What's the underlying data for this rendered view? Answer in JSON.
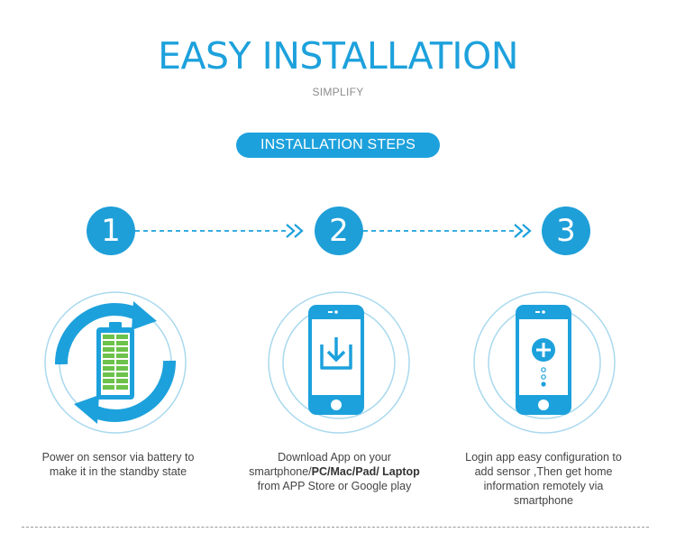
{
  "header": {
    "title": "EASY INSTALLATION",
    "subtitle": "SIMPLIFY",
    "steps_button": "INSTALLATION STEPS"
  },
  "steps": [
    {
      "number": "1",
      "icon": "battery-cycle-icon",
      "text": "Power on sensor via battery to make it in the standby state"
    },
    {
      "number": "2",
      "icon": "phone-download-icon",
      "text_pre": "Download App on your smartphone/",
      "text_bold": "PC/Mac/Pad/ Laptop",
      "text_post": " from APP Store or Google play"
    },
    {
      "number": "3",
      "icon": "phone-add-icon",
      "text": "Login app easy configuration to add sensor ,Then get home information remotely via smartphone"
    }
  ],
  "colors": {
    "accent": "#1da1dc",
    "ring": "#a9d9ee",
    "text": "#444444"
  }
}
